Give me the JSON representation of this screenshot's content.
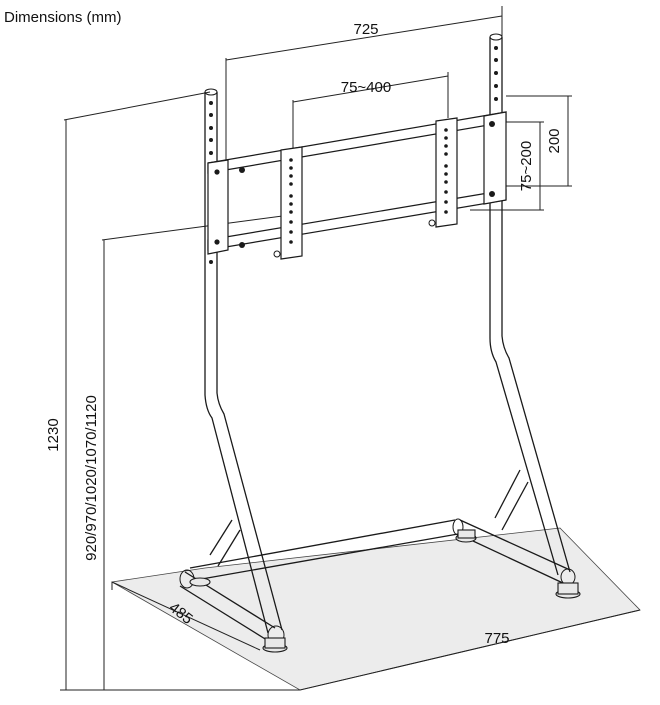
{
  "title": "Dimensions (mm)",
  "dimensions": {
    "frame_width": "725",
    "vesa_horizontal": "75~400",
    "vesa_vertical": "75~200",
    "bracket_height": "200",
    "total_height": "1230",
    "mount_heights": "920/970/1020/1070/1120",
    "base_depth": "485",
    "base_width": "775"
  }
}
